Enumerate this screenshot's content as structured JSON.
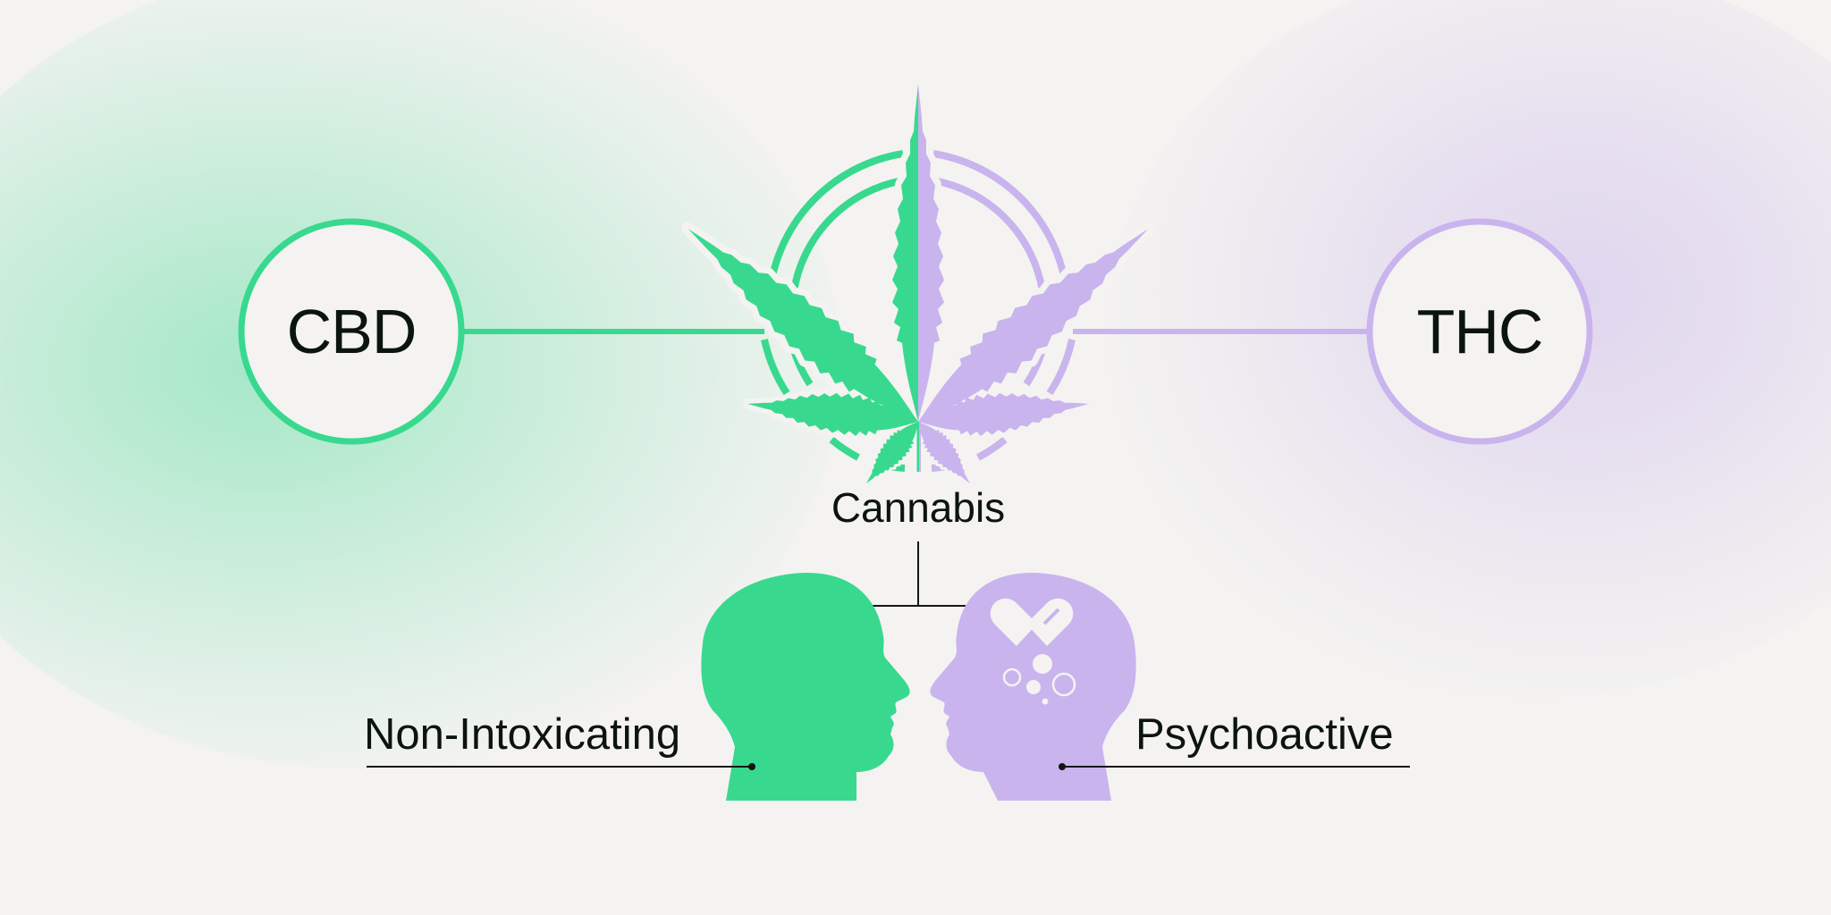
{
  "diagram": {
    "title": "Cannabis",
    "center_icon": "cannabis-leaf-icon",
    "left_compound": {
      "label": "CBD",
      "color": "#38d98f",
      "effect_label": "Non-Intoxicating",
      "head_icon": "head-profile-icon"
    },
    "right_compound": {
      "label": "THC",
      "color": "#c9b4ee",
      "effect_label": "Psychoactive",
      "head_icon": "head-profile-pills-icon"
    }
  },
  "colors": {
    "background": "#f4f3f1",
    "green": "#38d98f",
    "purple": "#c9b4ee",
    "text": "#0c1410",
    "line": "#141414"
  }
}
